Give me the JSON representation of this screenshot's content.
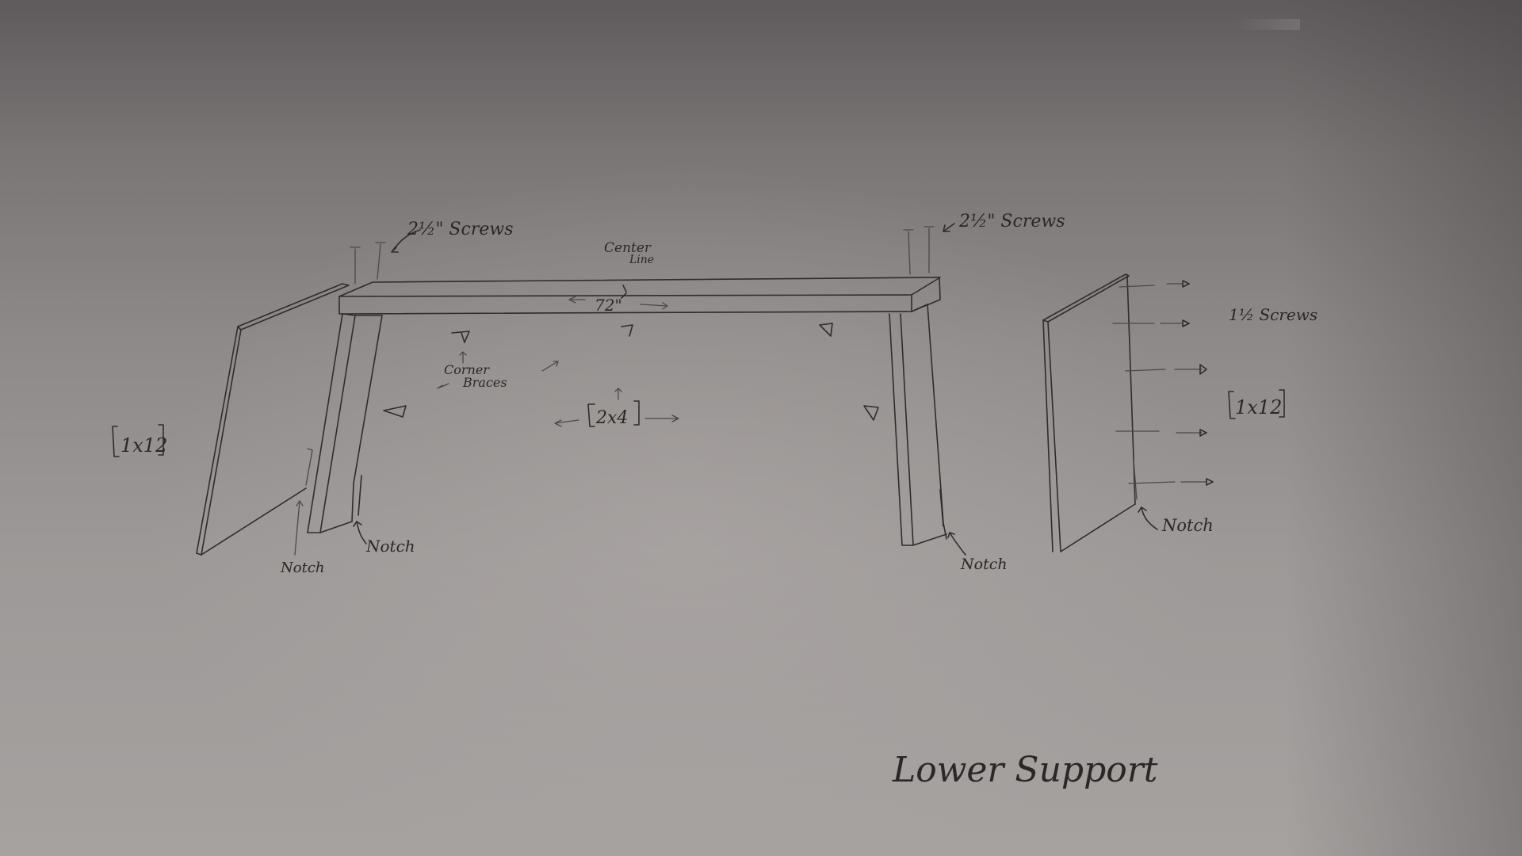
{
  "drawing": {
    "title": "Lower Support",
    "labels": {
      "screws_left": "2½\" Screws",
      "screws_right": "2½\" Screws",
      "center_line": "Center Line",
      "center_line_line1": "Center",
      "center_line_line2": "Line",
      "length": "72\"",
      "corner_braces_line1": "Corner",
      "corner_braces_line2": "Braces",
      "lumber_2x4": "2x4",
      "board_left": "1x12",
      "board_right": "1x12",
      "side_screws": "1½ Screws",
      "notch_left_outer": "Notch",
      "notch_left_inner": "Notch",
      "notch_right_leg": "Notch",
      "notch_right_board": "Notch"
    },
    "colors": {
      "paper": "#9d9998",
      "ink": "#2f2c2c",
      "background": "#5e5a5a"
    }
  }
}
